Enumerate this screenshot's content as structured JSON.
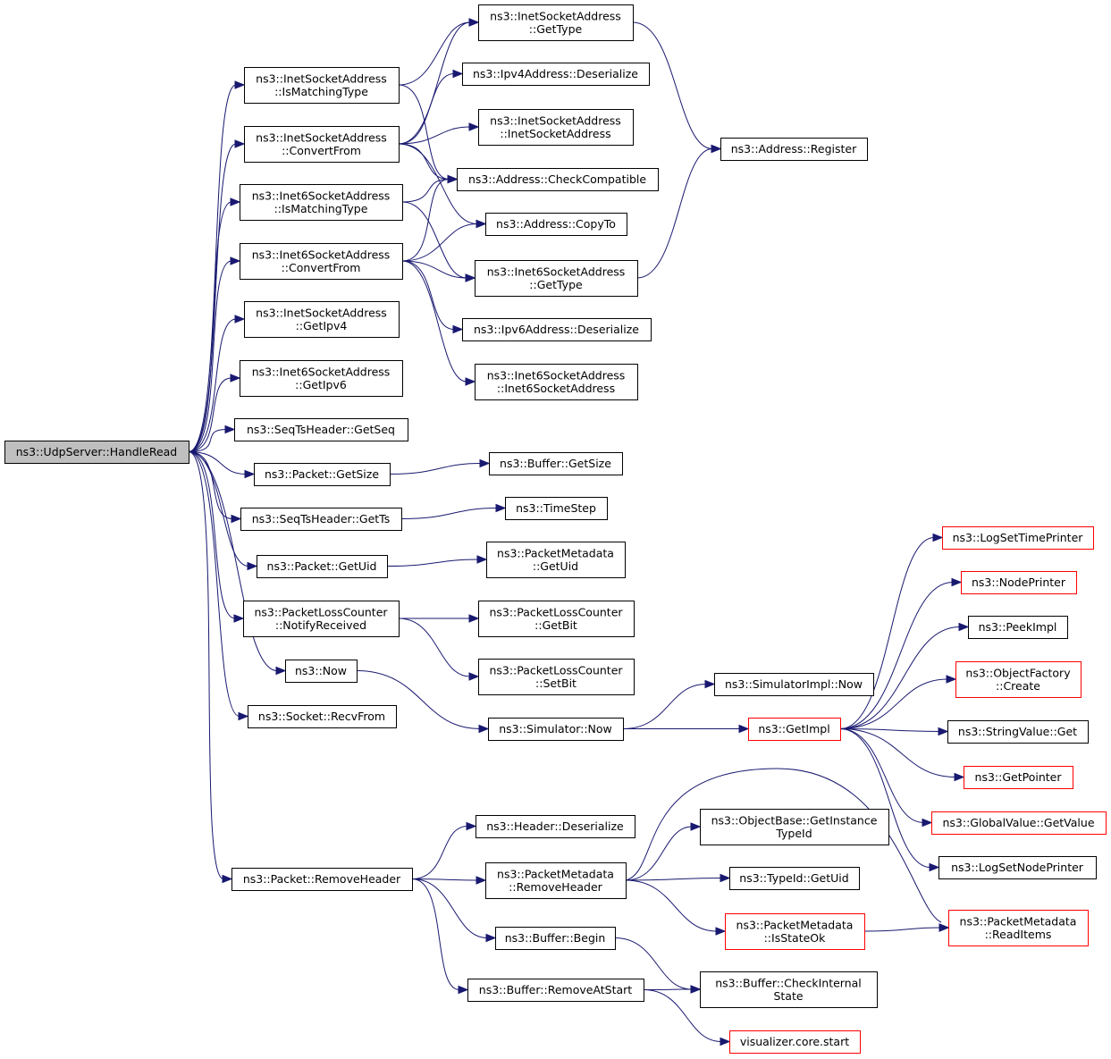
{
  "diagram": {
    "kind": "call-graph",
    "colors": {
      "edge": "#191970",
      "border_normal": "#000000",
      "border_truncated": "#ff0000",
      "fill_root": "#bfbfbf",
      "fill_normal": "#ffffff"
    },
    "nodes": [
      {
        "id": "handleRead",
        "lines": [
          "ns3::UdpServer::HandleRead"
        ],
        "style": "root"
      },
      {
        "id": "inetIsMatching",
        "lines": [
          "ns3::InetSocketAddress",
          "::IsMatchingType"
        ],
        "style": "normal"
      },
      {
        "id": "inetConvertFrom",
        "lines": [
          "ns3::InetSocketAddress",
          "::ConvertFrom"
        ],
        "style": "normal"
      },
      {
        "id": "inet6IsMatching",
        "lines": [
          "ns3::Inet6SocketAddress",
          "::IsMatchingType"
        ],
        "style": "normal"
      },
      {
        "id": "inet6ConvertFrom",
        "lines": [
          "ns3::Inet6SocketAddress",
          "::ConvertFrom"
        ],
        "style": "normal"
      },
      {
        "id": "inetGetIpv4",
        "lines": [
          "ns3::InetSocketAddress",
          "::GetIpv4"
        ],
        "style": "normal"
      },
      {
        "id": "inet6GetIpv6",
        "lines": [
          "ns3::Inet6SocketAddress",
          "::GetIpv6"
        ],
        "style": "normal"
      },
      {
        "id": "seqGetSeq",
        "lines": [
          "ns3::SeqTsHeader::GetSeq"
        ],
        "style": "normal"
      },
      {
        "id": "packetGetSize",
        "lines": [
          "ns3::Packet::GetSize"
        ],
        "style": "normal"
      },
      {
        "id": "seqGetTs",
        "lines": [
          "ns3::SeqTsHeader::GetTs"
        ],
        "style": "normal"
      },
      {
        "id": "packetGetUid",
        "lines": [
          "ns3::Packet::GetUid"
        ],
        "style": "normal"
      },
      {
        "id": "plcNotify",
        "lines": [
          "ns3::PacketLossCounter",
          "::NotifyReceived"
        ],
        "style": "normal"
      },
      {
        "id": "ns3Now",
        "lines": [
          "ns3::Now"
        ],
        "style": "normal"
      },
      {
        "id": "socketRecvFrom",
        "lines": [
          "ns3::Socket::RecvFrom"
        ],
        "style": "normal"
      },
      {
        "id": "packetRemoveHeader",
        "lines": [
          "ns3::Packet::RemoveHeader"
        ],
        "style": "normal"
      },
      {
        "id": "inetGetType",
        "lines": [
          "ns3::InetSocketAddress",
          "::GetType"
        ],
        "style": "normal"
      },
      {
        "id": "ipv4Deserialize",
        "lines": [
          "ns3::Ipv4Address::Deserialize"
        ],
        "style": "normal"
      },
      {
        "id": "inetCtor",
        "lines": [
          "ns3::InetSocketAddress",
          "::InetSocketAddress"
        ],
        "style": "normal"
      },
      {
        "id": "addrCheckCompat",
        "lines": [
          "ns3::Address::CheckCompatible"
        ],
        "style": "normal"
      },
      {
        "id": "addrCopyTo",
        "lines": [
          "ns3::Address::CopyTo"
        ],
        "style": "normal"
      },
      {
        "id": "inet6GetType",
        "lines": [
          "ns3::Inet6SocketAddress",
          "::GetType"
        ],
        "style": "normal"
      },
      {
        "id": "ipv6Deserialize",
        "lines": [
          "ns3::Ipv6Address::Deserialize"
        ],
        "style": "normal"
      },
      {
        "id": "inet6Ctor",
        "lines": [
          "ns3::Inet6SocketAddress",
          "::Inet6SocketAddress"
        ],
        "style": "normal"
      },
      {
        "id": "bufferGetSize",
        "lines": [
          "ns3::Buffer::GetSize"
        ],
        "style": "normal"
      },
      {
        "id": "timeStep",
        "lines": [
          "ns3::TimeStep"
        ],
        "style": "normal"
      },
      {
        "id": "pmGetUid",
        "lines": [
          "ns3::PacketMetadata",
          "::GetUid"
        ],
        "style": "normal"
      },
      {
        "id": "plcGetBit",
        "lines": [
          "ns3::PacketLossCounter",
          "::GetBit"
        ],
        "style": "normal"
      },
      {
        "id": "plcSetBit",
        "lines": [
          "ns3::PacketLossCounter",
          "::SetBit"
        ],
        "style": "normal"
      },
      {
        "id": "simulatorNow",
        "lines": [
          "ns3::Simulator::Now"
        ],
        "style": "normal"
      },
      {
        "id": "headerDeserialize",
        "lines": [
          "ns3::Header::Deserialize"
        ],
        "style": "normal"
      },
      {
        "id": "pmRemoveHeader",
        "lines": [
          "ns3::PacketMetadata",
          "::RemoveHeader"
        ],
        "style": "normal"
      },
      {
        "id": "bufferBegin",
        "lines": [
          "ns3::Buffer::Begin"
        ],
        "style": "normal"
      },
      {
        "id": "bufferRemoveAtStart",
        "lines": [
          "ns3::Buffer::RemoveAtStart"
        ],
        "style": "normal"
      },
      {
        "id": "addrRegister",
        "lines": [
          "ns3::Address::Register"
        ],
        "style": "normal"
      },
      {
        "id": "simImplNow",
        "lines": [
          "ns3::SimulatorImpl::Now"
        ],
        "style": "normal"
      },
      {
        "id": "getImpl",
        "lines": [
          "ns3::GetImpl"
        ],
        "style": "truncated"
      },
      {
        "id": "objGetInstanceTypeId",
        "lines": [
          "ns3::ObjectBase::GetInstance",
          "TypeId"
        ],
        "style": "normal"
      },
      {
        "id": "typeIdGetUid",
        "lines": [
          "ns3::TypeId::GetUid"
        ],
        "style": "normal"
      },
      {
        "id": "pmIsStateOk",
        "lines": [
          "ns3::PacketMetadata",
          "::IsStateOk"
        ],
        "style": "truncated"
      },
      {
        "id": "bufferCheckInternal",
        "lines": [
          "ns3::Buffer::CheckInternal",
          "State"
        ],
        "style": "normal"
      },
      {
        "id": "vizCoreStart",
        "lines": [
          "visualizer.core.start"
        ],
        "style": "truncated"
      },
      {
        "id": "logSetTimePrinter",
        "lines": [
          "ns3::LogSetTimePrinter"
        ],
        "style": "truncated"
      },
      {
        "id": "nodePrinter",
        "lines": [
          "ns3::NodePrinter"
        ],
        "style": "truncated"
      },
      {
        "id": "peekImpl",
        "lines": [
          "ns3::PeekImpl"
        ],
        "style": "normal"
      },
      {
        "id": "objFactoryCreate",
        "lines": [
          "ns3::ObjectFactory",
          "::Create"
        ],
        "style": "truncated"
      },
      {
        "id": "stringValueGet",
        "lines": [
          "ns3::StringValue::Get"
        ],
        "style": "normal"
      },
      {
        "id": "getPointer",
        "lines": [
          "ns3::GetPointer"
        ],
        "style": "truncated"
      },
      {
        "id": "globalValueGetValue",
        "lines": [
          "ns3::GlobalValue::GetValue"
        ],
        "style": "truncated"
      },
      {
        "id": "logSetNodePrinter",
        "lines": [
          "ns3::LogSetNodePrinter"
        ],
        "style": "normal"
      },
      {
        "id": "pmReadItems",
        "lines": [
          "ns3::PacketMetadata",
          "::ReadItems"
        ],
        "style": "truncated"
      }
    ],
    "edges": [
      [
        "handleRead",
        "inetIsMatching"
      ],
      [
        "handleRead",
        "inetConvertFrom"
      ],
      [
        "handleRead",
        "inet6IsMatching"
      ],
      [
        "handleRead",
        "inet6ConvertFrom"
      ],
      [
        "handleRead",
        "inetGetIpv4"
      ],
      [
        "handleRead",
        "inet6GetIpv6"
      ],
      [
        "handleRead",
        "seqGetSeq"
      ],
      [
        "handleRead",
        "packetGetSize"
      ],
      [
        "handleRead",
        "seqGetTs"
      ],
      [
        "handleRead",
        "packetGetUid"
      ],
      [
        "handleRead",
        "plcNotify"
      ],
      [
        "handleRead",
        "ns3Now"
      ],
      [
        "handleRead",
        "socketRecvFrom"
      ],
      [
        "handleRead",
        "packetRemoveHeader"
      ],
      [
        "inetIsMatching",
        "inetGetType"
      ],
      [
        "inetIsMatching",
        "addrCheckCompat"
      ],
      [
        "inetConvertFrom",
        "inetGetType"
      ],
      [
        "inetConvertFrom",
        "ipv4Deserialize"
      ],
      [
        "inetConvertFrom",
        "inetCtor"
      ],
      [
        "inetConvertFrom",
        "addrCheckCompat"
      ],
      [
        "inetConvertFrom",
        "addrCopyTo"
      ],
      [
        "inet6IsMatching",
        "addrCheckCompat"
      ],
      [
        "inet6IsMatching",
        "inet6GetType"
      ],
      [
        "inet6ConvertFrom",
        "addrCheckCompat"
      ],
      [
        "inet6ConvertFrom",
        "addrCopyTo"
      ],
      [
        "inet6ConvertFrom",
        "inet6GetType"
      ],
      [
        "inet6ConvertFrom",
        "ipv6Deserialize"
      ],
      [
        "inet6ConvertFrom",
        "inet6Ctor"
      ],
      [
        "inetGetType",
        "addrRegister"
      ],
      [
        "inet6GetType",
        "addrRegister"
      ],
      [
        "packetGetSize",
        "bufferGetSize"
      ],
      [
        "seqGetTs",
        "timeStep"
      ],
      [
        "packetGetUid",
        "pmGetUid"
      ],
      [
        "plcNotify",
        "plcGetBit"
      ],
      [
        "plcNotify",
        "plcSetBit"
      ],
      [
        "ns3Now",
        "simulatorNow"
      ],
      [
        "simulatorNow",
        "simImplNow"
      ],
      [
        "simulatorNow",
        "getImpl"
      ],
      [
        "getImpl",
        "logSetTimePrinter"
      ],
      [
        "getImpl",
        "nodePrinter"
      ],
      [
        "getImpl",
        "peekImpl"
      ],
      [
        "getImpl",
        "objFactoryCreate"
      ],
      [
        "getImpl",
        "stringValueGet"
      ],
      [
        "getImpl",
        "getPointer"
      ],
      [
        "getImpl",
        "globalValueGetValue"
      ],
      [
        "getImpl",
        "logSetNodePrinter"
      ],
      [
        "packetRemoveHeader",
        "headerDeserialize"
      ],
      [
        "packetRemoveHeader",
        "pmRemoveHeader"
      ],
      [
        "packetRemoveHeader",
        "bufferBegin"
      ],
      [
        "packetRemoveHeader",
        "bufferRemoveAtStart"
      ],
      [
        "pmRemoveHeader",
        "objGetInstanceTypeId"
      ],
      [
        "pmRemoveHeader",
        "typeIdGetUid"
      ],
      [
        "pmRemoveHeader",
        "pmIsStateOk"
      ],
      [
        "pmRemoveHeader",
        "pmReadItems"
      ],
      [
        "pmIsStateOk",
        "pmReadItems"
      ],
      [
        "bufferBegin",
        "bufferCheckInternal"
      ],
      [
        "bufferRemoveAtStart",
        "bufferCheckInternal"
      ],
      [
        "bufferRemoveAtStart",
        "vizCoreStart"
      ]
    ]
  }
}
